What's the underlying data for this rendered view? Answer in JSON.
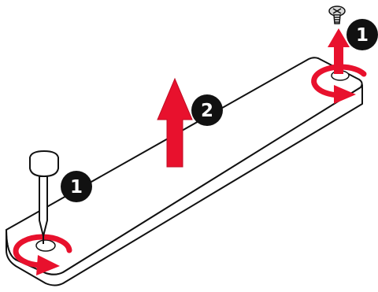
{
  "colors": {
    "accent": "#e8112d",
    "outline": "#111111",
    "badge": "#111111",
    "badge_text": "#ffffff",
    "screw": "#d9d9d9"
  },
  "steps": [
    {
      "label": "1",
      "action": "remove-screw-left"
    },
    {
      "label": "1",
      "action": "remove-screw-right"
    },
    {
      "label": "2",
      "action": "lift-extender"
    }
  ],
  "icons": [
    "screwdriver-icon",
    "screw-icon",
    "rotate-arrow-icon",
    "up-arrow-icon",
    "step-badge-icon"
  ]
}
